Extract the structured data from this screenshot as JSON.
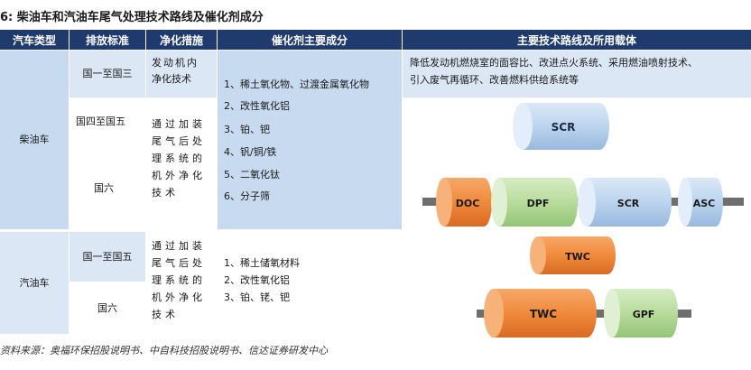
{
  "title": "6:  柴油车和汽油车尾气处理技术路线及催化剂成分",
  "headers": [
    "汽车类型",
    "排放标准",
    "净化措施",
    "催化剂主要成分",
    "主要技术路线及所用载体"
  ],
  "diesel": {
    "type": "柴油车",
    "std1": "国一至国三",
    "std2": "国四至国五",
    "std3": "国六",
    "measure1": [
      "发动机内",
      "净化技术"
    ],
    "measure2": [
      "通过加装",
      "尾气后处",
      "理系统的",
      "机外净化",
      "技术"
    ],
    "catalysts": [
      "1、稀土氧化物、过渡金属氧化物",
      "2、改性氧化铝",
      "3、铂、钯",
      "4、钒/铜/铁",
      "5、二氧化钛",
      "6、分子筛"
    ],
    "route_text": [
      "降低发动机燃烧室的面容比、改进点火系统、采用燃油喷射技术、",
      "引入废气再循环、改善燃料供给系统等"
    ],
    "units_top": [
      "SCR"
    ],
    "units_bottom": [
      "DOC",
      "DPF",
      "SCR",
      "ASC"
    ]
  },
  "gasoline": {
    "type": "汽油车",
    "std1": "国一至国五",
    "std2": "国六",
    "measure": [
      "通过加装",
      "尾气后处",
      "理系统的",
      "机外净化",
      "技术"
    ],
    "catalysts": [
      "1、稀土储氧材料",
      "2、改性氧化铝",
      "3、铂、铑、钯"
    ],
    "units_top": [
      "TWC"
    ],
    "units_bottom": [
      "TWC",
      "GPF"
    ]
  },
  "colors": {
    "header": "#1f3b6e",
    "blue": "#c7daf0",
    "lightblue": "#dbe7f5",
    "doc": "#f08a3c",
    "dpf": "#b8dc9c",
    "scr": "#bcd4ee",
    "asc": "#bcd4ee",
    "twc": "#f07a30",
    "gpf": "#b8dc9c"
  },
  "source": "资料来源：奥福环保招股说明书、中自科技招股说明书、信达证券研发中心"
}
